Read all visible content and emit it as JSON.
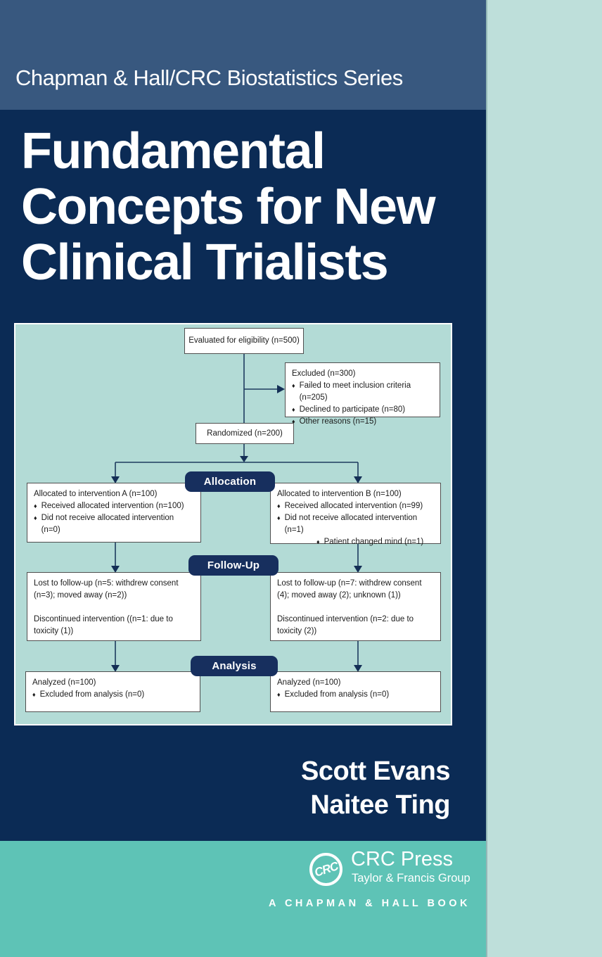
{
  "series": {
    "label": "Chapman & Hall/CRC Biostatistics Series"
  },
  "title": {
    "line1": "Fundamental",
    "line2": "Concepts for New",
    "line3": "Clinical Trialists"
  },
  "authors": {
    "author1": "Scott Evans",
    "author2": "Naitee Ting"
  },
  "publisher": {
    "logo_monogram": "CRC",
    "name": "CRC Press",
    "group": "Taylor & Francis Group",
    "imprint_line": "A CHAPMAN & HALL BOOK"
  },
  "glyphs": {
    "bullet": "♦"
  },
  "colors": {
    "cover_navy": "#0b2b55",
    "series_band_blue": "#38587f",
    "panel_mint": "#b3dbd6",
    "right_strip_mint": "#bedfda",
    "footer_teal": "#5ec3b6",
    "stage_pill_navy": "#172f5e",
    "connector_navy": "#1d3b5e"
  },
  "diagram": {
    "eligibility": "Evaluated for eligibility (n=500)",
    "excluded": {
      "title": "Excluded (n=300)",
      "bullet1": "Failed to meet inclusion criteria (n=205)",
      "bullet2": "Declined to participate (n=80)",
      "bullet3": "Other reasons (n=15)"
    },
    "randomized": "Randomized (n=200)",
    "stages": {
      "allocation": "Allocation",
      "followup": "Follow-Up",
      "analysis": "Analysis"
    },
    "allocation_a": {
      "title": "Allocated to intervention A (n=100)",
      "bullet1": "Received allocated intervention (n=100)",
      "bullet2": "Did not receive allocated intervention (n=0)"
    },
    "allocation_b": {
      "title": "Allocated to intervention B (n=100)",
      "bullet1": "Received allocated intervention (n=99)",
      "bullet2": "Did not receive allocated intervention (n=1)",
      "sub_bullet": "Patient changed mind (n=1)"
    },
    "followup_a": {
      "para1": "Lost to follow-up (n=5: withdrew consent (n=3); moved away (n=2))",
      "para2": "Discontinued intervention ((n=1: due to toxicity (1))"
    },
    "followup_b": {
      "para1": "Lost to follow-up (n=7: withdrew consent (4); moved away (2); unknown (1))",
      "para2": "Discontinued intervention (n=2: due to toxicity (2))"
    },
    "analysis_a": {
      "title": "Analyzed (n=100)",
      "bullet1": "Excluded from analysis (n=0)"
    },
    "analysis_b": {
      "title": "Analyzed (n=100)",
      "bullet1": "Excluded from analysis (n=0)"
    }
  }
}
